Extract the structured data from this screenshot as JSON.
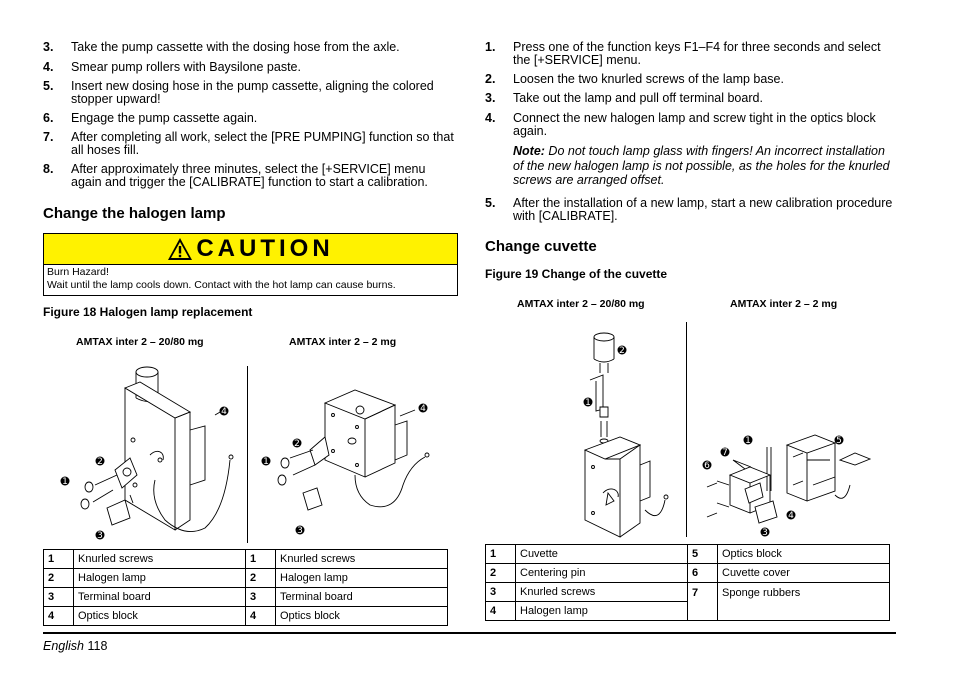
{
  "left": {
    "steps": [
      {
        "num": "3.",
        "text": "Take the pump cassette with the dosing hose from the axle."
      },
      {
        "num": "4.",
        "text": "Smear pump rollers with Baysilone paste."
      },
      {
        "num": "5.",
        "text": "Insert new dosing hose in the pump cassette, aligning the colored stopper upward!"
      },
      {
        "num": "6.",
        "text": "Engage the pump cassette again."
      },
      {
        "num": "7.",
        "text": "After completing all work, select the [PRE PUMPING] function so that all hoses fill."
      },
      {
        "num": "8.",
        "text": "After approximately three minutes, select the [+SERVICE] menu again and trigger the [CALIBRATE] function to start a calibration."
      }
    ],
    "heading": "Change the halogen lamp",
    "caution": {
      "title": "CAUTION",
      "line1": "Burn Hazard!",
      "line2": "Wait until the lamp cools down. Contact with the hot lamp can cause burns."
    },
    "figure_caption": "Figure 18 Halogen lamp replacement",
    "sub_left": "AMTAX inter 2 – 20/80 mg",
    "sub_right": "AMTAX inter 2 – 2 mg",
    "legend": [
      {
        "n1": "1",
        "l1": "Knurled screws",
        "n2": "1",
        "l2": "Knurled screws"
      },
      {
        "n1": "2",
        "l1": "Halogen lamp",
        "n2": "2",
        "l2": "Halogen lamp"
      },
      {
        "n1": "3",
        "l1": "Terminal board",
        "n2": "3",
        "l2": "Terminal board"
      },
      {
        "n1": "4",
        "l1": "Optics block",
        "n2": "4",
        "l2": "Optics block"
      }
    ]
  },
  "right": {
    "steps": [
      {
        "num": "1.",
        "text": "Press one of the function keys F1–F4 for three seconds and select the [+SERVICE] menu."
      },
      {
        "num": "2.",
        "text": "Loosen the two knurled screws of the lamp base."
      },
      {
        "num": "3.",
        "text": "Take out the lamp and pull off terminal board."
      },
      {
        "num": "4.",
        "text": "Connect the new halogen lamp and screw tight in the optics block again."
      },
      {
        "num": "5.",
        "text": "After the installation of a new lamp, start a new calibration procedure with [CALIBRATE]."
      }
    ],
    "note_label": "Note:",
    "note_text": " Do not touch lamp glass with fingers! An incorrect installation of the new halogen lamp is not possible, as the holes for the knurled screws are arranged offset.",
    "heading": "Change cuvette",
    "figure_caption": "Figure 19 Change of the cuvette",
    "sub_left": "AMTAX inter 2 – 20/80 mg",
    "sub_right": "AMTAX inter 2 – 2 mg",
    "legend": [
      {
        "n1": "1",
        "l1": "Cuvette",
        "n2": "5",
        "l2": "Optics block"
      },
      {
        "n1": "2",
        "l1": "Centering pin",
        "n2": "6",
        "l2": "Cuvette cover"
      },
      {
        "n1": "3",
        "l1": "Knurled screws",
        "n2": "7",
        "l2": "Sponge rubbers"
      },
      {
        "n1": "4",
        "l1": "Halogen lamp"
      }
    ]
  },
  "callouts": {
    "c1": "1",
    "c2": "2",
    "c3": "3",
    "c4": "4",
    "c5": "5",
    "c6": "6",
    "c7": "7"
  },
  "footer": {
    "language": "English",
    "page": "118"
  }
}
